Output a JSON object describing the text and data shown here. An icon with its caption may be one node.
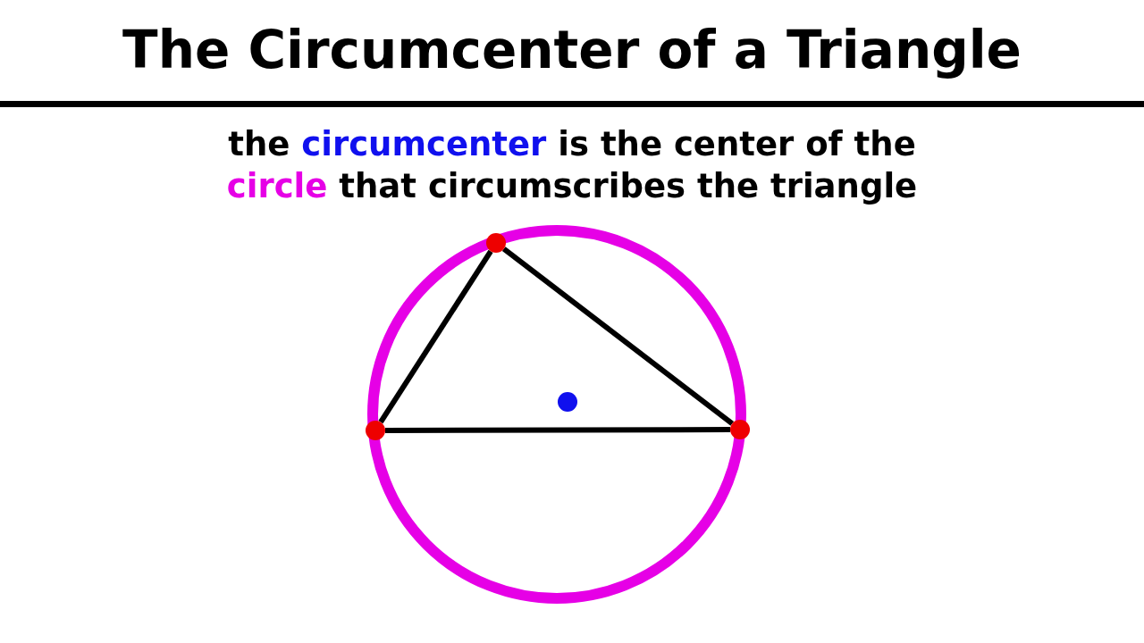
{
  "diagram": {
    "title": "The Circumcenter of a Triangle",
    "nodes": [
      {
        "text": [],
        "shape": "circle"
      },
      {
        "text": [],
        "shape": "circle"
      },
      {
        "text": [],
        "shape": "circle"
      }
    ],
    "edges": [
      {
        "from": 0,
        "to": 1,
        "arrow": "none"
      },
      {
        "from": 1,
        "to": 2,
        "arrow": "none"
      },
      {
        "from": 0,
        "to": 2,
        "arrow": "none"
      }
    ],
    "labels": [
      "the circumcenter is the center of the circle that circumscribes the triangle"
    ]
  }
}
